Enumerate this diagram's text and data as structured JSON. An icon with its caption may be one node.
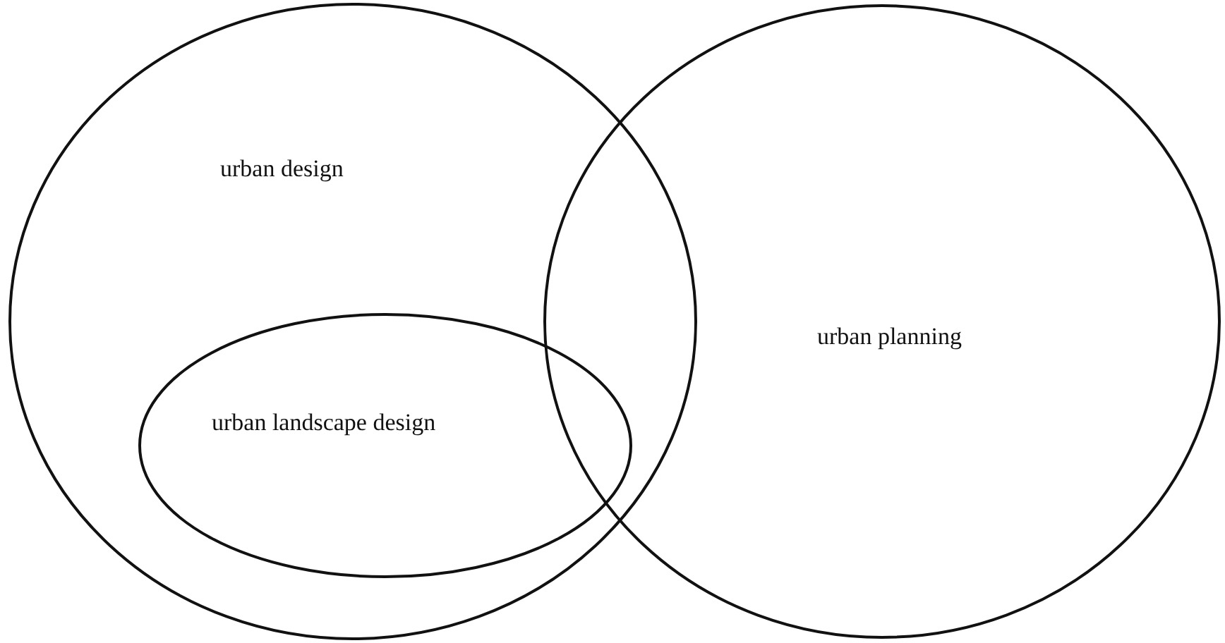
{
  "diagram": {
    "nodes": [
      {
        "text": [
          "urban design"
        ]
      },
      {
        "text": [
          "urban landscape design"
        ],
        "in": 0
      },
      {
        "text": [
          "urban planning"
        ]
      }
    ]
  }
}
